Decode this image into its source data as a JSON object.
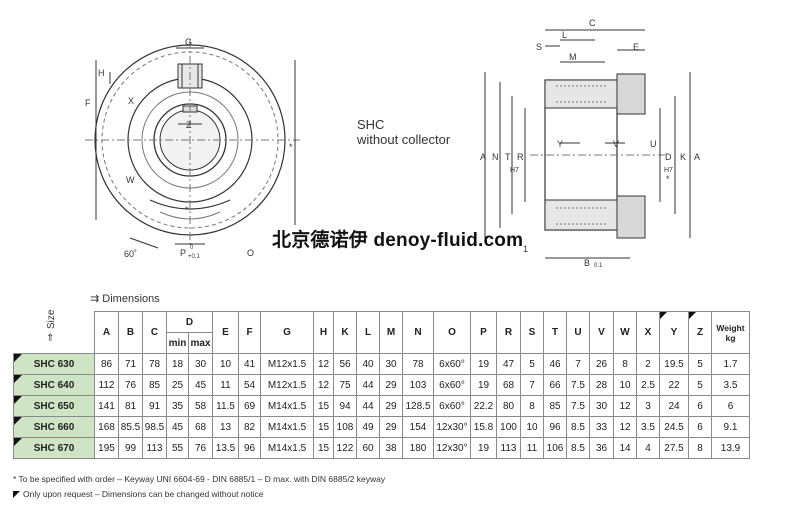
{
  "drawing": {
    "labels_left": {
      "G": "G",
      "H": "H",
      "F": "F",
      "X": "X",
      "Z": "Z",
      "W": "W",
      "star": "*",
      "angle": "60˚",
      "P": "P",
      "P_sup": "0",
      "P_sub": "+0.1",
      "O": "O"
    },
    "labels_right": {
      "C": "C",
      "S": "S",
      "L": "L",
      "M": "M",
      "E": "E",
      "Y": "Y",
      "V": "V",
      "U": "U",
      "A": "A",
      "N": "N",
      "T": "T",
      "R": "R",
      "H7_left": "H7",
      "D": "D",
      "K": "K",
      "A2": "A",
      "H7_right": "H7",
      "star": "*",
      "one": "1",
      "B": "B",
      "B_sub": "0.1"
    }
  },
  "caption": {
    "line1": "SHC",
    "line2": "without collector"
  },
  "watermark": "北京德诺伊 denoy-fluid.com",
  "dimensions_heading": "Dimensions",
  "size_heading": "Size",
  "table": {
    "headers": [
      "A",
      "B",
      "C",
      "D",
      "E",
      "F",
      "G",
      "H",
      "K",
      "L",
      "M",
      "N",
      "O",
      "P",
      "R",
      "S",
      "T",
      "U",
      "V",
      "W",
      "X",
      "Y",
      "Z",
      "Weight kg"
    ],
    "d_sub": [
      "min",
      "max"
    ],
    "weight_line1": "Weight",
    "weight_line2": "kg",
    "request_marked_columns": [
      "Y",
      "Z"
    ],
    "rows": [
      {
        "size": "SHC 630",
        "values": [
          "86",
          "71",
          "78",
          "18",
          "30",
          "10",
          "41",
          "M12x1.5",
          "12",
          "56",
          "40",
          "30",
          "78",
          "6x60°",
          "19",
          "47",
          "5",
          "46",
          "7",
          "26",
          "8",
          "2",
          "19.5",
          "5",
          "1.7"
        ]
      },
      {
        "size": "SHC 640",
        "values": [
          "112",
          "76",
          "85",
          "25",
          "45",
          "11",
          "54",
          "M12x1.5",
          "12",
          "75",
          "44",
          "29",
          "103",
          "6x60°",
          "19",
          "68",
          "7",
          "66",
          "7.5",
          "28",
          "10",
          "2.5",
          "22",
          "5",
          "3.5"
        ]
      },
      {
        "size": "SHC 650",
        "values": [
          "141",
          "81",
          "91",
          "35",
          "58",
          "11.5",
          "69",
          "M14x1.5",
          "15",
          "94",
          "44",
          "29",
          "128.5",
          "6x60°",
          "22.2",
          "80",
          "8",
          "85",
          "7.5",
          "30",
          "12",
          "3",
          "24",
          "6",
          "6"
        ]
      },
      {
        "size": "SHC 660",
        "values": [
          "168",
          "85.5",
          "98.5",
          "45",
          "68",
          "13",
          "82",
          "M14x1.5",
          "15",
          "108",
          "49",
          "29",
          "154",
          "12x30°",
          "15.8",
          "100",
          "10",
          "96",
          "8.5",
          "33",
          "12",
          "3.5",
          "24.5",
          "6",
          "9.1"
        ]
      },
      {
        "size": "SHC 670",
        "values": [
          "195",
          "99",
          "113",
          "55",
          "76",
          "13.5",
          "96",
          "M14x1.5",
          "15",
          "122",
          "60",
          "38",
          "180",
          "12x30°",
          "19",
          "113",
          "11",
          "106",
          "8.5",
          "36",
          "14",
          "4",
          "27.5",
          "8",
          "13.9"
        ]
      }
    ]
  },
  "notes": {
    "line1": "*  To be specified with order – Keyway UNI 6604-69 - DIN 6885/1 – D max. with DIN 6885/2 keyway",
    "line2": "Only upon request – Dimensions can be changed without notice"
  }
}
